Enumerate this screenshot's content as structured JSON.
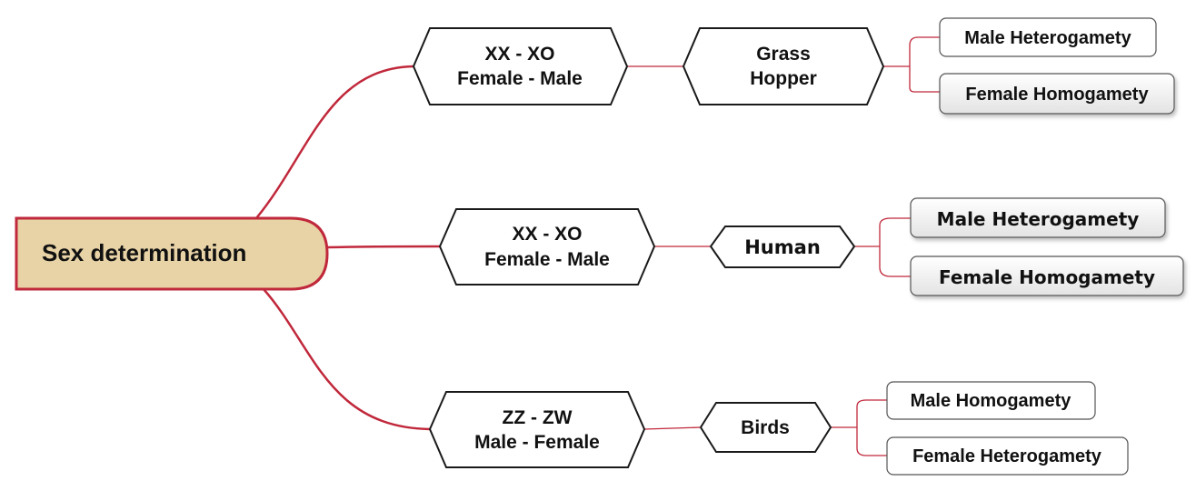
{
  "root": {
    "label": "Sex determination",
    "fill": "#e8d3a6",
    "stroke": "#c0283b"
  },
  "connector_color": "#c0283b",
  "branches": [
    {
      "system": {
        "line1": "XX - XO",
        "line2": "Female - Male"
      },
      "organism": {
        "line1": "Grass",
        "line2": "Hopper"
      },
      "leaves": [
        "Male Heterogamety",
        "Female Homogamety"
      ]
    },
    {
      "system": {
        "line1": "XX - XO",
        "line2": "Female - Male"
      },
      "organism": {
        "line1": "Human"
      },
      "leaves": [
        "Male Heterogamety",
        "Female Homogamety"
      ]
    },
    {
      "system": {
        "line1": "ZZ - ZW",
        "line2": "Male - Female"
      },
      "organism": {
        "line1": "Birds"
      },
      "leaves": [
        "Male Homogamety",
        "Female Heterogamety"
      ]
    }
  ]
}
